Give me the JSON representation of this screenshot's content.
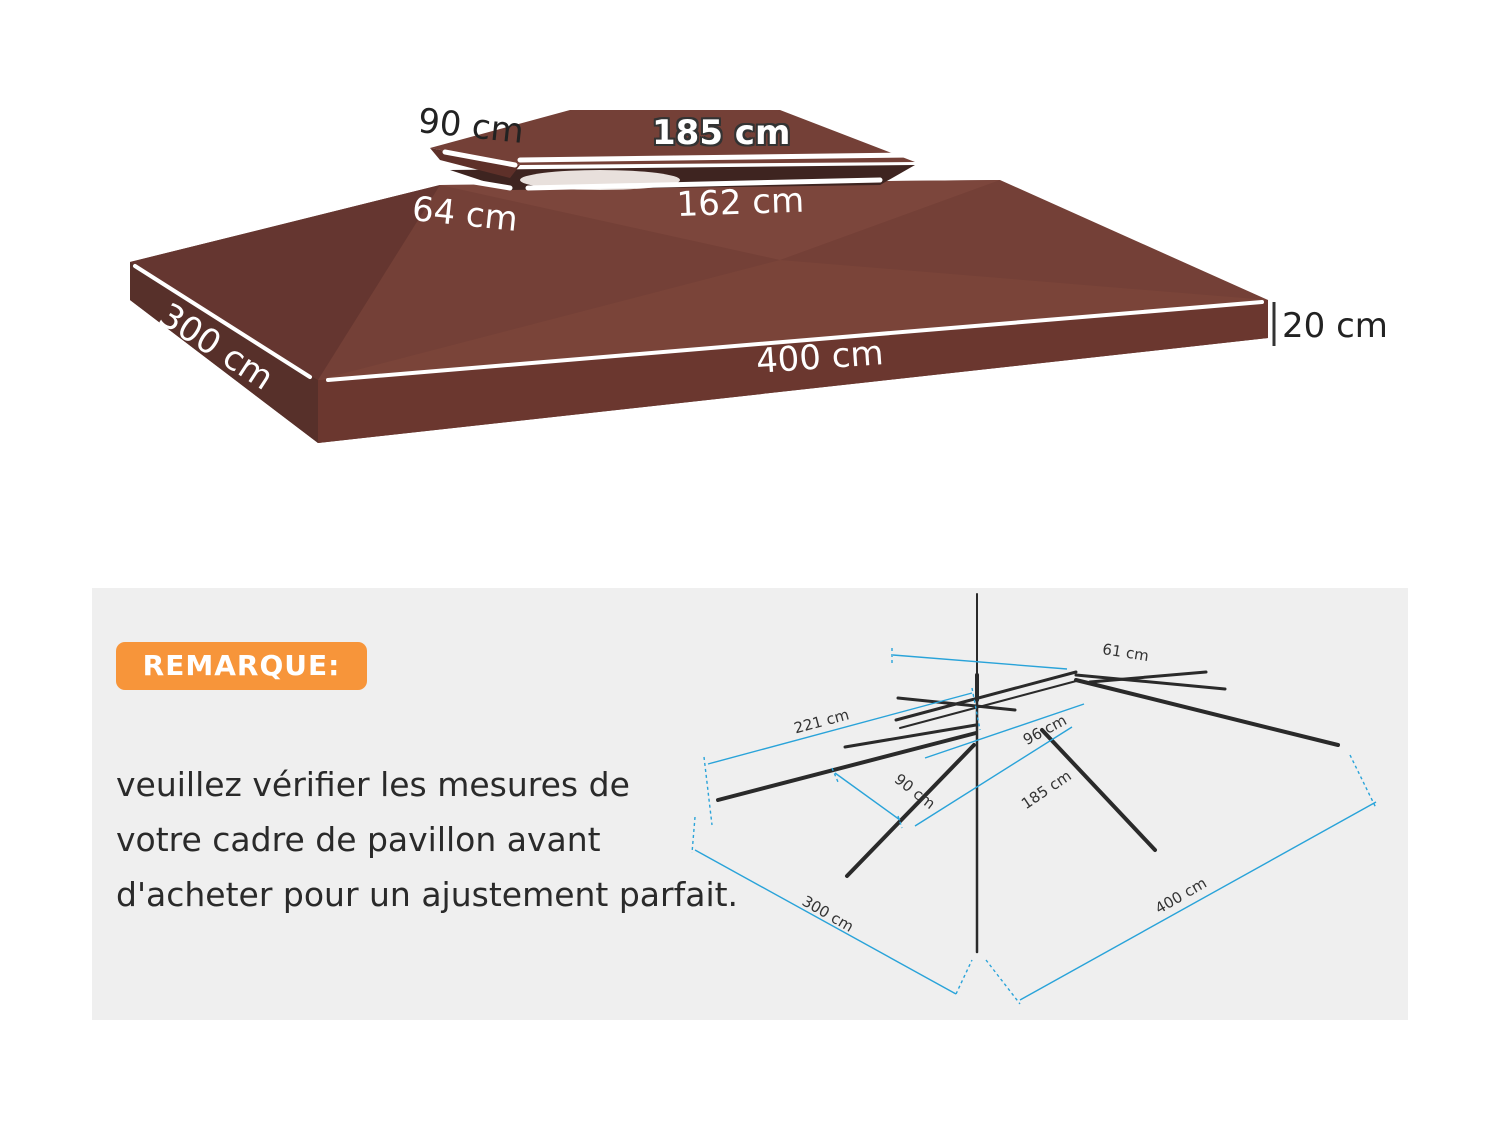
{
  "canopy": {
    "color": "#6e3a30",
    "dimensions": {
      "top_depth": "90 cm",
      "top_length": "185 cm",
      "mid_depth": "64 cm",
      "mid_length": "162 cm",
      "base_depth": "300 cm",
      "base_length": "400 cm",
      "skirt_height": "20 cm"
    }
  },
  "note": {
    "badge": "REMARQUE:",
    "badge_color": "#f7953a",
    "lines": [
      "veuillez vérifier les mesures de",
      "votre cadre de pavillon avant",
      "d'acheter pour un ajustement parfait."
    ]
  },
  "frame": {
    "dimension_color": "#29a3d9",
    "dimensions": {
      "top_width": "61 cm",
      "eave_length": "221 cm",
      "top_length": "96 cm",
      "mid_width": "90 cm",
      "mid_length": "185 cm",
      "base_width": "300 cm",
      "base_length": "400 cm"
    }
  }
}
